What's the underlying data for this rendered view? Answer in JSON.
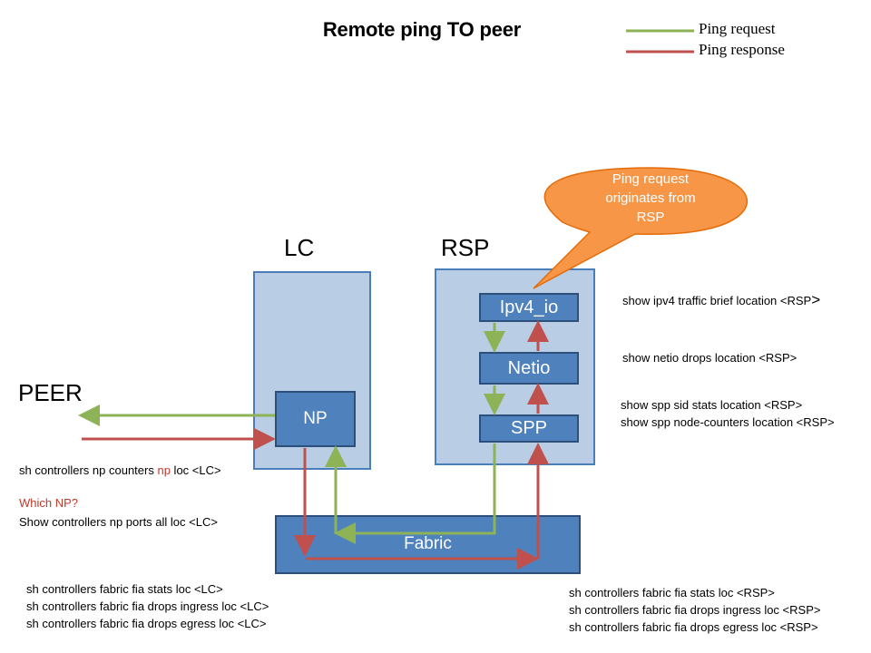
{
  "title": "Remote ping TO peer",
  "legend": {
    "request": {
      "label": "Ping request",
      "color": "#8db356"
    },
    "response": {
      "label": "Ping response",
      "color": "#c0504d"
    }
  },
  "callout": {
    "lines": [
      "Ping request",
      "originates from",
      "RSP"
    ],
    "color": "#f79646"
  },
  "labels": {
    "lc": "LC",
    "rsp": "RSP",
    "peer": "PEER"
  },
  "blocks": {
    "np": "NP",
    "ipv4_io": "Ipv4_io",
    "netio": "Netio",
    "spp": "SPP",
    "fabric": "Fabric"
  },
  "commands": {
    "ipv4": {
      "text": "show ipv4 traffic brief location <RSP",
      "suffix": ">"
    },
    "netio": "show  netio drops location <RSP>",
    "spp": [
      "show spp sid stats location <RSP>",
      "show spp node-counters location <RSP>"
    ],
    "np_counters": {
      "prefix": "sh controllers np counters ",
      "highlight": "np",
      "suffix": " loc <LC>"
    },
    "which_np": "Which NP?",
    "np_ports": "Show controllers np ports all loc <LC>",
    "lc_fabric": [
      "sh controllers fabric fia stats loc  <LC>",
      "sh controllers fabric fia drops ingress loc <LC>",
      "sh controllers fabric fia drops egress loc <LC>"
    ],
    "rsp_fabric": [
      "sh controllers fabric fia stats loc <RSP>",
      "sh controllers fabric fia drops ingress loc <RSP>",
      "sh controllers fabric fia drops egress loc <RSP>"
    ]
  }
}
